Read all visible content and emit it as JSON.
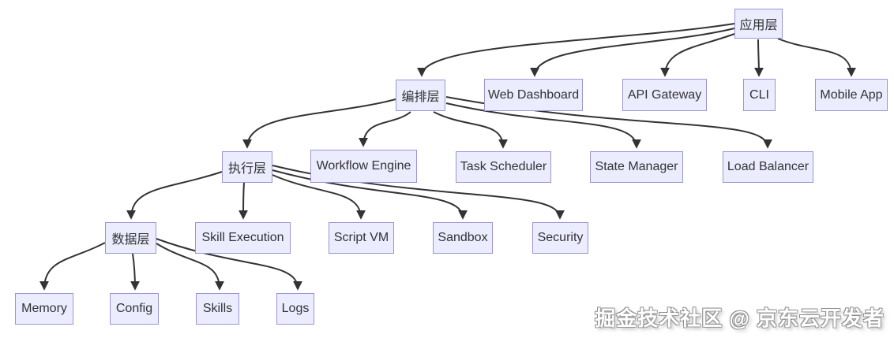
{
  "diagram": {
    "type": "flowchart-top-down",
    "colors": {
      "node_fill": "#ECECFF",
      "node_border": "#9a94d3",
      "edge": "#333333",
      "text": "#333333",
      "background": "#ffffff"
    },
    "nodes": {
      "application_layer": {
        "label": "应用层"
      },
      "orchestration_layer": {
        "label": "编排层"
      },
      "web_dashboard": {
        "label": "Web Dashboard"
      },
      "api_gateway": {
        "label": "API Gateway"
      },
      "cli": {
        "label": "CLI"
      },
      "mobile_app": {
        "label": "Mobile App"
      },
      "execution_layer": {
        "label": "执行层"
      },
      "workflow_engine": {
        "label": "Workflow Engine"
      },
      "task_scheduler": {
        "label": "Task Scheduler"
      },
      "state_manager": {
        "label": "State Manager"
      },
      "load_balancer": {
        "label": "Load Balancer"
      },
      "data_layer": {
        "label": "数据层"
      },
      "skill_execution": {
        "label": "Skill Execution"
      },
      "script_vm": {
        "label": "Script VM"
      },
      "sandbox": {
        "label": "Sandbox"
      },
      "security": {
        "label": "Security"
      },
      "memory": {
        "label": "Memory"
      },
      "config": {
        "label": "Config"
      },
      "skills": {
        "label": "Skills"
      },
      "logs": {
        "label": "Logs"
      }
    },
    "edges": [
      {
        "from": "application_layer",
        "to": "orchestration_layer"
      },
      {
        "from": "application_layer",
        "to": "web_dashboard"
      },
      {
        "from": "application_layer",
        "to": "api_gateway"
      },
      {
        "from": "application_layer",
        "to": "cli"
      },
      {
        "from": "application_layer",
        "to": "mobile_app"
      },
      {
        "from": "orchestration_layer",
        "to": "execution_layer"
      },
      {
        "from": "orchestration_layer",
        "to": "workflow_engine"
      },
      {
        "from": "orchestration_layer",
        "to": "task_scheduler"
      },
      {
        "from": "orchestration_layer",
        "to": "state_manager"
      },
      {
        "from": "orchestration_layer",
        "to": "load_balancer"
      },
      {
        "from": "execution_layer",
        "to": "data_layer"
      },
      {
        "from": "execution_layer",
        "to": "skill_execution"
      },
      {
        "from": "execution_layer",
        "to": "script_vm"
      },
      {
        "from": "execution_layer",
        "to": "sandbox"
      },
      {
        "from": "execution_layer",
        "to": "security"
      },
      {
        "from": "data_layer",
        "to": "memory"
      },
      {
        "from": "data_layer",
        "to": "config"
      },
      {
        "from": "data_layer",
        "to": "skills"
      },
      {
        "from": "data_layer",
        "to": "logs"
      }
    ]
  },
  "watermark": {
    "text": "掘金技术社区 @ 京东云开发者"
  }
}
